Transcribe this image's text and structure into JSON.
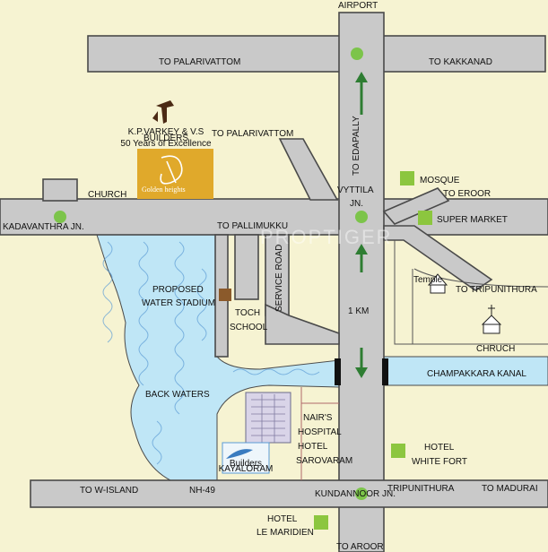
{
  "colors": {
    "background": "#f6f3d2",
    "road": "#c9c9c9",
    "road_border": "#4a4a4a",
    "water": "#bfe6f6",
    "landmark": "#8cc63f",
    "junction": "#7cc44a",
    "arrow": "#2e7d32",
    "logo_gold": "#e0a92b"
  },
  "labels": {
    "airport": "AIRPORT",
    "to_palarivattom_top": "TO PALARIVATTOM",
    "to_kakkanad": "TO KAKKANAD",
    "to_palarivattom_mid": "TO PALARIVATTOM",
    "to_edapally": "TO EDAPALLY",
    "mosque": "MOSQUE",
    "to_eroor": "TO EROOR",
    "vyttila": "VYTTILA",
    "jn": "JN.",
    "super_market": "SUPER MARKET",
    "church_left": "CHURCH",
    "kadavanthra": "KADAVANTHRA JN.",
    "to_pallimukku": "TO PALLIMUKKU",
    "proposed": "PROPOSED",
    "water_stadium": "WATER STADIUM",
    "service_road": "SERVICE ROAD",
    "toch": "TOCH",
    "school": "SCHOOL",
    "one_km": "1 KM",
    "temple": "Temple",
    "to_tripunithura": "TO TRIPUNITHURA",
    "chruch": "CHRUCH",
    "back_waters": "BACK WATERS",
    "champakkara": "CHAMPAKKARA KANAL",
    "nairs": "NAIR'S",
    "hospital": "HOSPITAL",
    "hotel_a": "HOTEL",
    "sarovaram": "SAROVARAM",
    "hotel_b": "HOTEL",
    "white_fort": "WHITE FORT",
    "to_w_island": "TO W-ISLAND",
    "nh49": "NH-49",
    "kundannoor": "KUNDANNOOR JN.",
    "tripunithura": "TRIPUNITHURA",
    "to_madurai": "TO MADURAI",
    "hotel_c": "HOTEL",
    "le_maridien": "LE MARIDIEN",
    "to_aroor": "TO AROOR"
  },
  "builder_logo": {
    "line1": "K.P.VARKEY & V.S",
    "line2": "BUILDERS",
    "line3": "50 Years of Excellence"
  },
  "project_logo": {
    "name": "Golden heights"
  },
  "kayaloram_logo": {
    "line1": "Builders",
    "line2": "KAYALORAM"
  },
  "watermark": "PROPTIGER"
}
